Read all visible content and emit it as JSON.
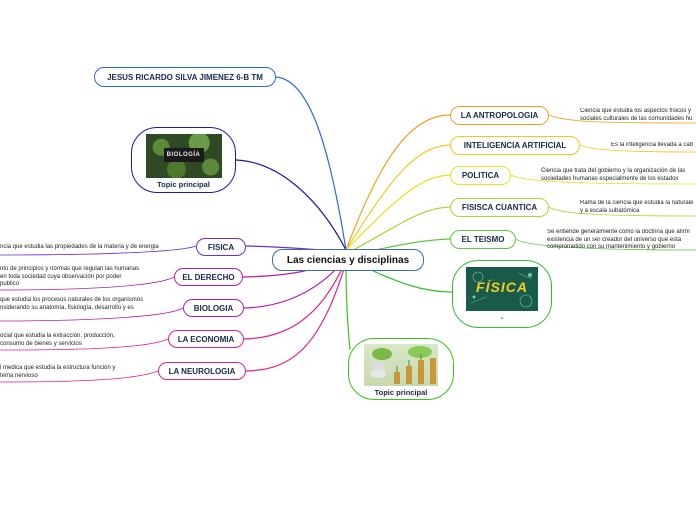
{
  "center": {
    "label": "Las ciencias y disciplinas"
  },
  "author": {
    "label": "JESUS RICARDO SILVA JIMENEZ 6-B TM"
  },
  "topics": {
    "biologia_image": {
      "caption": "Topic principal",
      "image_text": "BIOLOGÍA"
    },
    "fisica_image": {
      "caption": "-",
      "image_text": "FÍSICA"
    },
    "coins_image": {
      "caption": "Topic principal"
    }
  },
  "left": [
    {
      "label": "FISICA",
      "note": "ncia que estudia las propiedades de la materia y de energia",
      "color": "#7030c8"
    },
    {
      "label": "EL DERECHO",
      "note": "nto de principios y normas que regulan las humanas en toda sociedad cuya observación por poder publico",
      "color": "#b020b0"
    },
    {
      "label": "BIOLOGIA",
      "note": "que estudia los procesos naturales de los organismos nsiderando su anatomía, fisiología, desarrollo y es",
      "color": "#b020b0"
    },
    {
      "label": "LA ECONOMIA",
      "note": "ocial que estudia la extracción, producción, consumo de bienes y servicios",
      "color": "#e0208a"
    },
    {
      "label": "LA NEUROLOGIA",
      "note": "l medica que estudia la estructura función y tema nervioso",
      "color": "#e0208a"
    }
  ],
  "right": [
    {
      "label": "LA ANTROPOLOGIA",
      "note": "Ciencia que estudia los aspectos físicos y sociales culturales de las comunidades hu",
      "color": "#f0a020"
    },
    {
      "label": "INTELIGENCIA ARTIFICIAL",
      "note": "Es la inteligencia llevada a cab",
      "color": "#f0c820"
    },
    {
      "label": "POLITICA",
      "note": "Ciencia que trata del gobierno y la organización de las sociedades humanas especialmente de los estados",
      "color": "#e8e020"
    },
    {
      "label": "FISISCA CUANTICA",
      "note": "Rama de la ciencia que estudia la naturale y a escala subatómica",
      "color": "#a8d830"
    },
    {
      "label": "EL TEISMO",
      "note": "Se entiende generalmente como la doctrina que afirm existencia de un ser creador del universo que esta comprometido con su mantenimiento y gobierno",
      "color": "#60c840"
    }
  ],
  "colors": {
    "center_border": "#3a6ea5",
    "author_line": "#2a6ae0",
    "topic_bio": "#1a1ab0",
    "topic_fis": "#30c030",
    "topic_coins": "#40c020"
  }
}
